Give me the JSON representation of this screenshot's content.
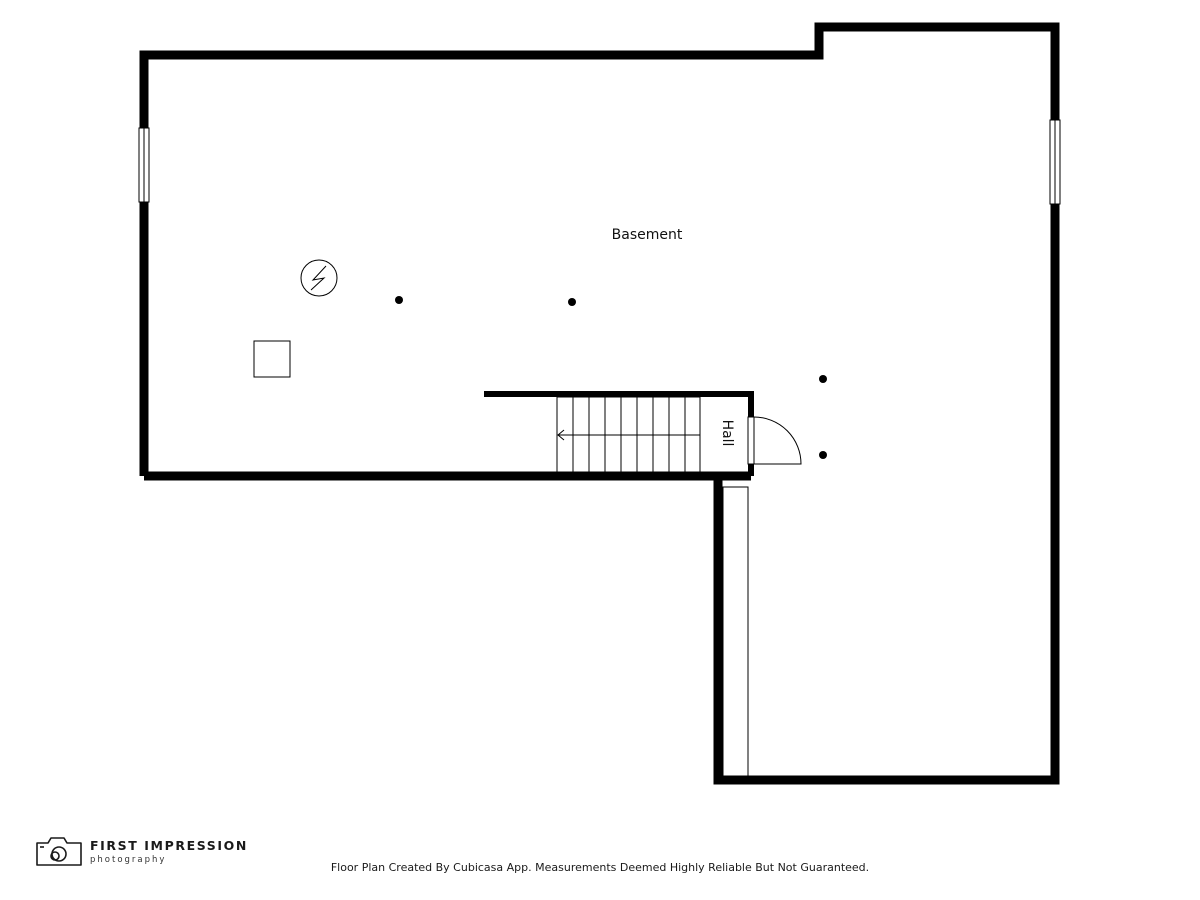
{
  "rooms": {
    "basement": "Basement",
    "hall": "Hall"
  },
  "branding": {
    "name": "FIRST IMPRESSION",
    "subtitle": "photography"
  },
  "footer": {
    "disclaimer": "Floor Plan Created By Cubicasa App. Measurements Deemed Highly Reliable But Not Guaranteed."
  },
  "colors": {
    "wall": "#000000",
    "background": "#ffffff"
  },
  "icons": {
    "electrical_panel": "lightning-bolt-in-circle",
    "stair_direction": "arrow-left",
    "logo": "camera"
  }
}
